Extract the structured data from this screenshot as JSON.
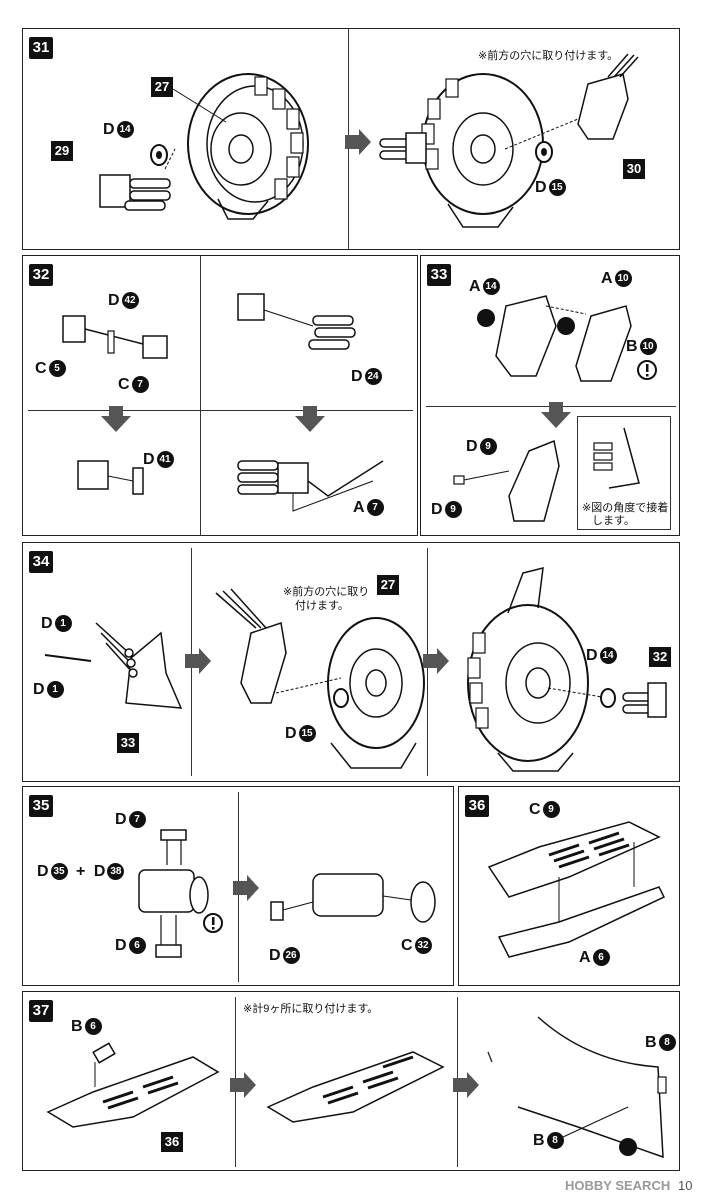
{
  "steps": {
    "s31": "31",
    "s32": "32",
    "s33": "33",
    "s34": "34",
    "s35": "35",
    "s36": "36",
    "s37": "37"
  },
  "tags": {
    "t27a": "27",
    "t29": "29",
    "t30": "30",
    "t27b": "27",
    "t32": "32",
    "t33": "33",
    "t36": "36"
  },
  "labels": {
    "d14a": {
      "l": "D",
      "n": "14"
    },
    "d15a": {
      "l": "D",
      "n": "15"
    },
    "d42": {
      "l": "D",
      "n": "42"
    },
    "c5": {
      "l": "C",
      "n": "5"
    },
    "c7": {
      "l": "C",
      "n": "7"
    },
    "d41": {
      "l": "D",
      "n": "41"
    },
    "d24": {
      "l": "D",
      "n": "24"
    },
    "a7": {
      "l": "A",
      "n": "7"
    },
    "a14": {
      "l": "A",
      "n": "14"
    },
    "a10": {
      "l": "A",
      "n": "10"
    },
    "b10": {
      "l": "B",
      "n": "10"
    },
    "d9a": {
      "l": "D",
      "n": "9"
    },
    "d9b": {
      "l": "D",
      "n": "9"
    },
    "d1a": {
      "l": "D",
      "n": "1"
    },
    "d1b": {
      "l": "D",
      "n": "1"
    },
    "d15b": {
      "l": "D",
      "n": "15"
    },
    "d14b": {
      "l": "D",
      "n": "14"
    },
    "d7": {
      "l": "D",
      "n": "7"
    },
    "d35": {
      "l": "D",
      "n": "35"
    },
    "d38": {
      "l": "D",
      "n": "38"
    },
    "d6": {
      "l": "D",
      "n": "6"
    },
    "d26": {
      "l": "D",
      "n": "26"
    },
    "c32": {
      "l": "C",
      "n": "32"
    },
    "c9": {
      "l": "C",
      "n": "9"
    },
    "a6": {
      "l": "A",
      "n": "6"
    },
    "b6": {
      "l": "B",
      "n": "6"
    },
    "b8a": {
      "l": "B",
      "n": "8"
    },
    "b8b": {
      "l": "B",
      "n": "8"
    }
  },
  "notes": {
    "n31": "※前方の穴に取り付けます。",
    "n33a": "※図の角度で接着",
    "n33b": "します。",
    "n34a": "※前方の穴に取り",
    "n34b": "付けます。",
    "n37": "※計9ヶ所に取り付けます。"
  },
  "plus": "+",
  "footer": {
    "brand": "HOBBY SEARCH",
    "page": "10"
  }
}
